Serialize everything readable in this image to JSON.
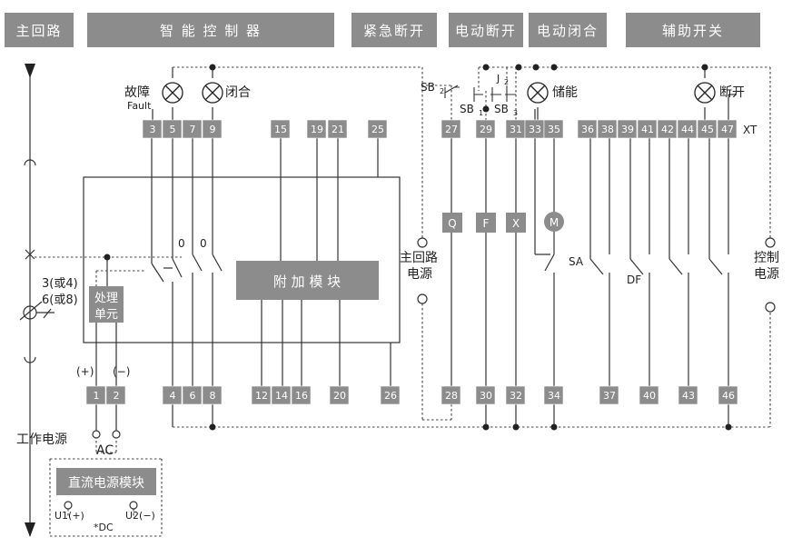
{
  "headers": [
    "主回路",
    "智 能 控 制 器",
    "紧急断开",
    "电动断开",
    "电动闭合",
    "辅助开关"
  ],
  "lamps": {
    "fault": "故障",
    "fault_en": "Fault",
    "close": "闭合",
    "charge": "储能",
    "open": "断开"
  },
  "top_terminals": [
    "3",
    "5",
    "7",
    "9",
    "15",
    "19",
    "21",
    "25",
    "27",
    "29",
    "31",
    "33",
    "35",
    "36",
    "38",
    "39",
    "41",
    "42",
    "44",
    "45",
    "47"
  ],
  "bottom_terminals": [
    "1",
    "2",
    "4",
    "6",
    "8",
    "12",
    "14",
    "16",
    "20",
    "26",
    "28",
    "30",
    "32",
    "34",
    "37",
    "40",
    "43",
    "46"
  ],
  "xt_label": "XT",
  "switches": {
    "sb2": "SB",
    "sb2_sub": "2",
    "sb1": "SB",
    "sb1_sub": "1",
    "sb3": "SB",
    "sb3_sub": "3",
    "j2": "J",
    "j2_sub": "2"
  },
  "coils": {
    "q": "Q",
    "f": "F",
    "x": "X",
    "m": "M"
  },
  "zero_a": "0",
  "zero_b": "0",
  "addon_module": "附 加 模 块",
  "processing_unit": [
    "处理",
    "单元"
  ],
  "polarity_plus": "(+)",
  "polarity_minus": "(−)",
  "ct_labels": [
    "3(或4)",
    "6(或8)"
  ],
  "main_power": [
    "主回路",
    "电源"
  ],
  "control_power": [
    "控制",
    "电源"
  ],
  "sa_label": "SA",
  "df_label": "DF",
  "work_power": "工作电源",
  "ac_label": "AC",
  "dc_module": "直流电源模块",
  "u1": "U1(+)",
  "u2": "U2(−)",
  "dc_label": "*DC"
}
